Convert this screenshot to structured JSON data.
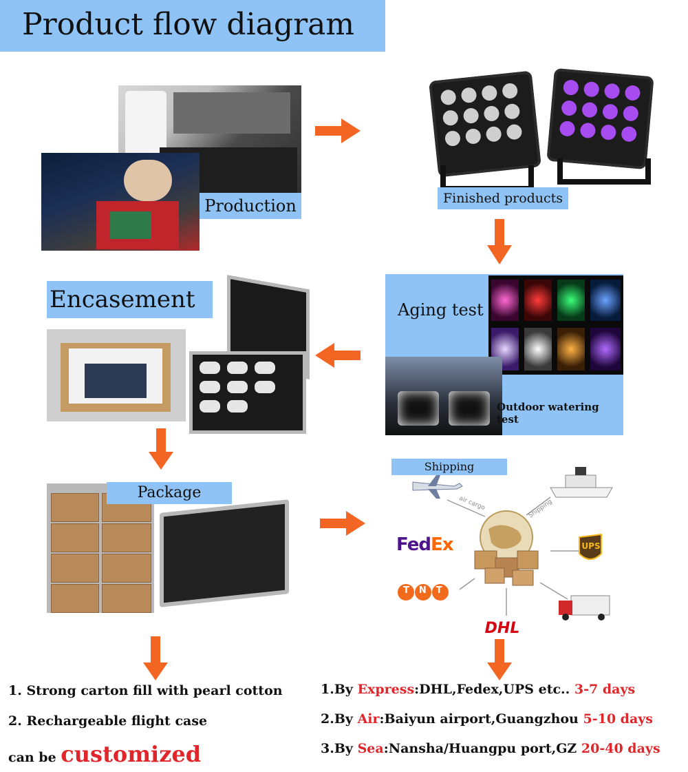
{
  "title": "Product flow diagram",
  "stages": {
    "production": "Production",
    "finished": "Finished products",
    "aging": "Aging test",
    "watering": "Outdoor watering test",
    "encasement": "Encasement",
    "package": "Package",
    "shipping": "Shipping"
  },
  "carriers": {
    "fedex_fe": "Fed",
    "fedex_ex": "Ex",
    "ups": "UPS",
    "tnt": "TNT",
    "dhl": "DHL",
    "air_cargo": "air cargo",
    "sea_shipping": "Shipping"
  },
  "notes_left": {
    "line1": "1. Strong carton fill with pearl cotton",
    "line2": "2. Rechargeable flight case",
    "line3_prefix": "can be ",
    "line3_highlight": "customized"
  },
  "notes_right": [
    {
      "prefix": "1.By ",
      "mode": "Express",
      "detail": ":DHL,Fedex,UPS etc.. ",
      "time": "3-7 days"
    },
    {
      "prefix": "2.By ",
      "mode": "Air",
      "detail": ":Baiyun airport,Guangzhou ",
      "time": "5-10 days"
    },
    {
      "prefix": "3.By ",
      "mode": "Sea",
      "detail": ":Nansha/Huangpu port,GZ ",
      "time": "20-40 days"
    }
  ],
  "colors": {
    "label_bg": "#8fc3f5",
    "arrow": "#f26522",
    "highlight": "#e0262b"
  }
}
